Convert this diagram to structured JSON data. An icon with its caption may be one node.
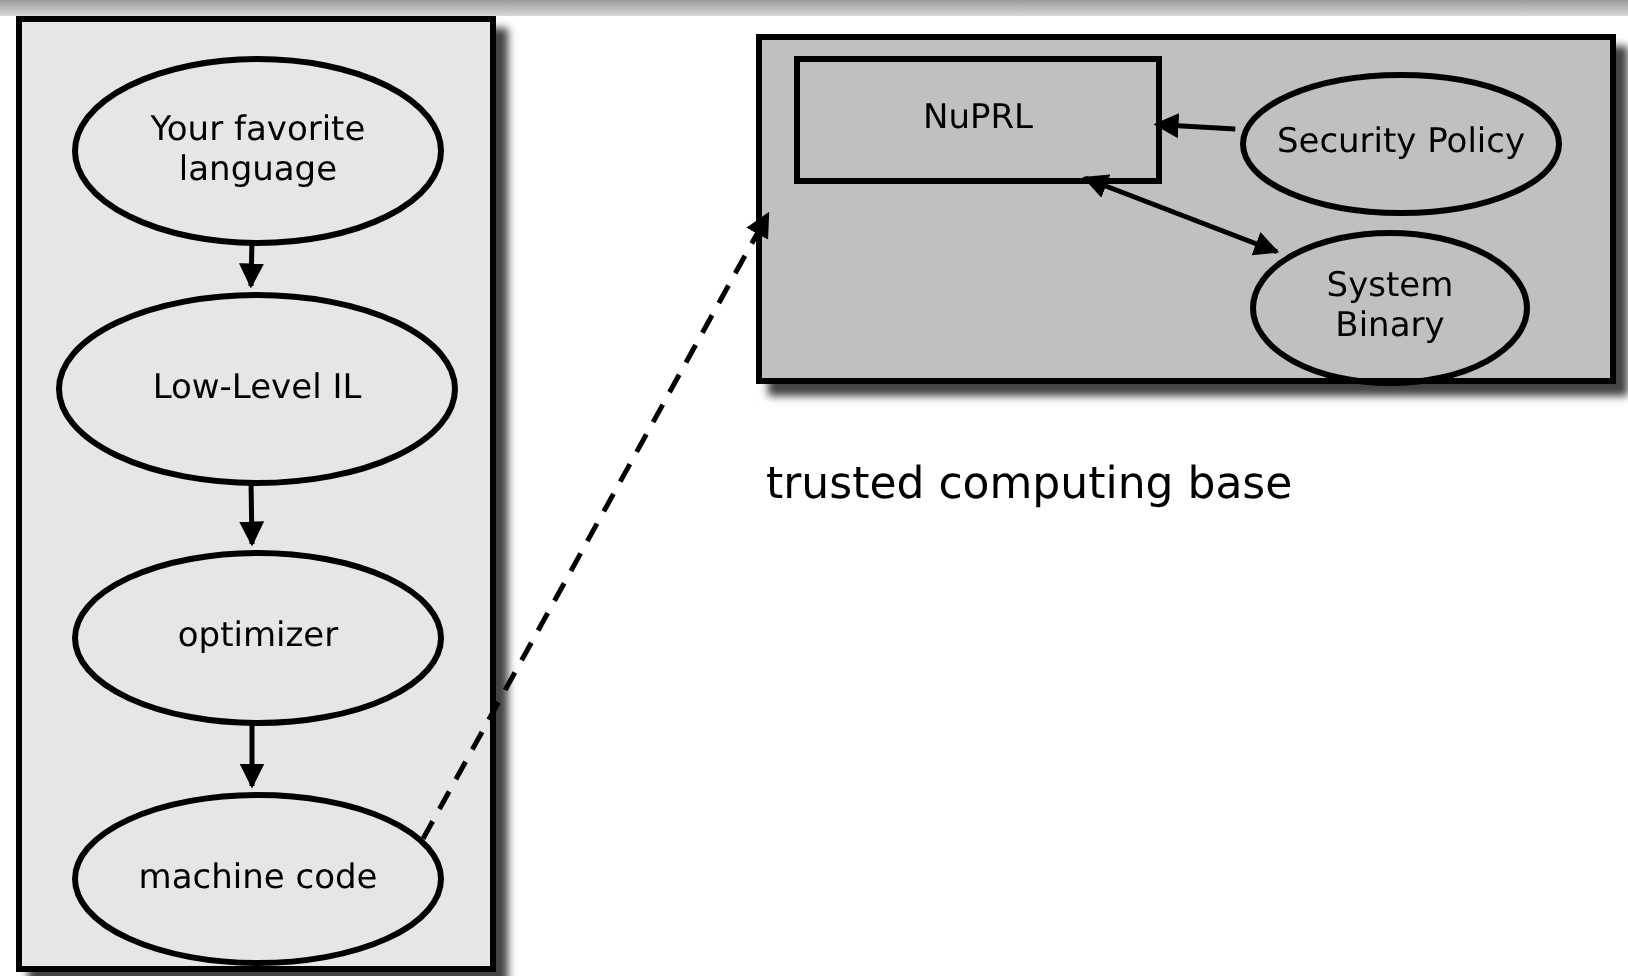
{
  "diagram": {
    "nodes": [
      {
        "text": [],
        "shape": "box"
      },
      {
        "text": [
          "Your favorite language"
        ],
        "in": 0
      },
      {
        "text": [
          "Low-Level IL"
        ],
        "in": 0
      },
      {
        "text": [
          "optimizer"
        ],
        "in": 0
      },
      {
        "text": [
          "machine code"
        ],
        "in": 0
      },
      {
        "text": [],
        "shape": "box",
        "beside": [
          "trusted computing base"
        ]
      },
      {
        "text": [
          "NuPRL"
        ],
        "in": 5
      },
      {
        "text": [
          "Security Policy"
        ],
        "in": 5
      },
      {
        "text": [
          "System Binary"
        ],
        "in": 5
      }
    ],
    "edges": [
      {
        "from": 1,
        "to": 2,
        "arrow": "to"
      },
      {
        "from": 2,
        "to": 3,
        "arrow": "to"
      },
      {
        "from": 3,
        "to": 4,
        "arrow": "to"
      },
      {
        "from": 4,
        "to": 6,
        "arrow": "to",
        "style": "dashed"
      },
      {
        "from": 7,
        "to": 6,
        "arrow": "to"
      },
      {
        "from": 6,
        "to": 8,
        "arrow": "both"
      }
    ]
  }
}
